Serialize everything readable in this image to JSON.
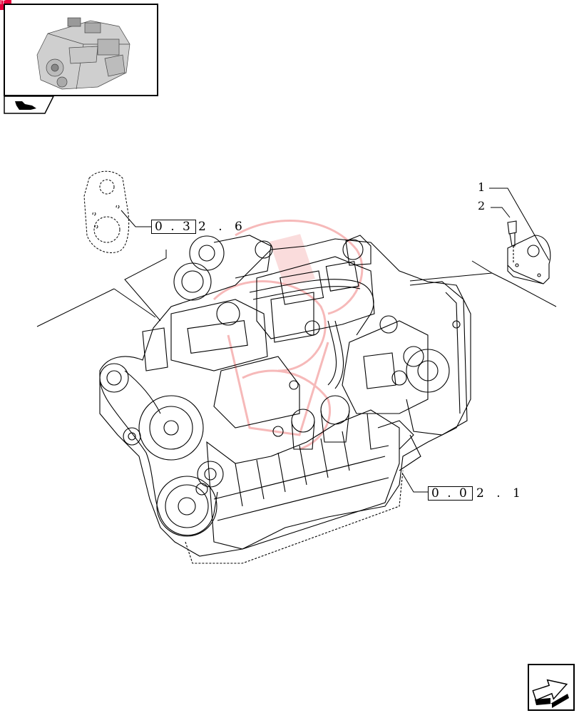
{
  "badge": {
    "text": "IT"
  },
  "references": {
    "ref_upper": {
      "boxed": "0 . 3",
      "suffix": "2 . 6"
    },
    "ref_lower": {
      "boxed": "0 . 0",
      "suffix": "2 . 1"
    }
  },
  "callouts": {
    "item_1": "1",
    "item_2": "2"
  },
  "icons": {
    "thumbnail": "engine-thumbnail-icon",
    "tab": "navigation-tab-icon",
    "next": "next-page-arrow-icon"
  },
  "colors": {
    "watermark": "#e83a3a",
    "line": "#000000"
  }
}
